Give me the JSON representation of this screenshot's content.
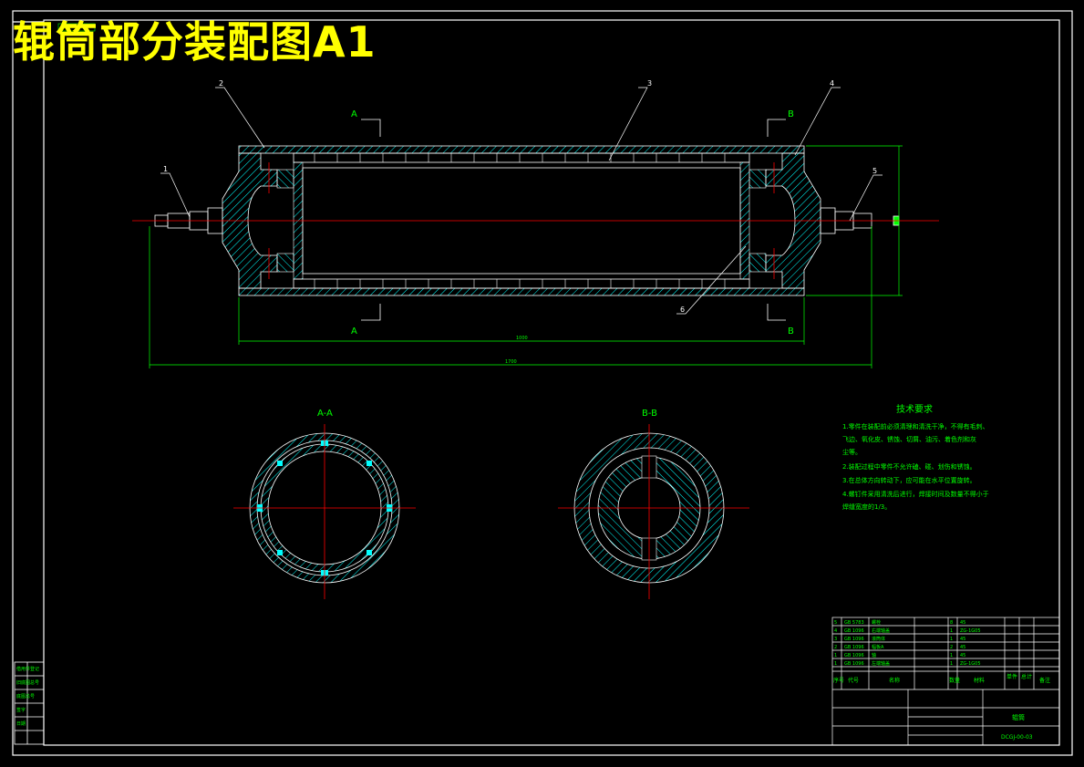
{
  "title": "辊筒部分装配图A1",
  "colors": {
    "background": "#000000",
    "frame": "#ffffff",
    "hatch": "#00ffff",
    "axis": "#ff0000",
    "dimension": "#00ff00",
    "leader": "#ffffff",
    "title_text": "#ffff00"
  },
  "part_labels": [
    "1",
    "2",
    "3",
    "4",
    "5",
    "6"
  ],
  "section_letters": {
    "a": "A",
    "b": "B"
  },
  "section_titles": {
    "aa": "A-A",
    "bb": "B-B"
  },
  "dimensions": {
    "inner_length": "1000",
    "overall_length": "1700"
  },
  "tech_requirements": {
    "heading": "技术要求",
    "items": [
      "1.零件在装配前必须清理和清洗干净，不得有毛刺、",
      "   飞边、氧化皮、锈蚀、切屑、油污、着色剂和灰",
      "   尘等。",
      "2.装配过程中零件不允许磕、碰、划伤和锈蚀。",
      "3.在总体方向转动下，应可能在水平位置旋转。",
      "4.螺钉件采用清洗后进行，焊接时间及数量不得小于",
      "   焊缝宽度的1/3。"
    ]
  },
  "bom": {
    "rows": [
      {
        "no": "5",
        "code": "GB 5783",
        "name": "螺栓",
        "qty": "8",
        "material": "45"
      },
      {
        "no": "4",
        "code": "GB 1096",
        "name": "右端轴盖",
        "qty": "1",
        "material": "ZG-1G05"
      },
      {
        "no": "3",
        "code": "GB 1096",
        "name": "滚筒体",
        "qty": "1",
        "material": "45"
      },
      {
        "no": "2",
        "code": "GB 1096",
        "name": "幅板A",
        "qty": "2",
        "material": "45"
      },
      {
        "no": "1",
        "code": "GB 1096",
        "name": "轴",
        "qty": "1",
        "material": "45"
      },
      {
        "no": "1",
        "code": "GB 1096",
        "name": "左端轴盖",
        "qty": "1",
        "material": "ZG-1G05"
      }
    ],
    "headers": [
      "序号",
      "代号",
      "名称",
      "数量",
      "材料",
      "单件",
      "总计",
      "备注"
    ],
    "drawing_name": "辊筒",
    "drawing_code": "DCGJ-00-03"
  },
  "side_box_labels": [
    "借用件登记",
    "旧底图总号",
    "底图总号",
    "签字",
    "日期"
  ]
}
